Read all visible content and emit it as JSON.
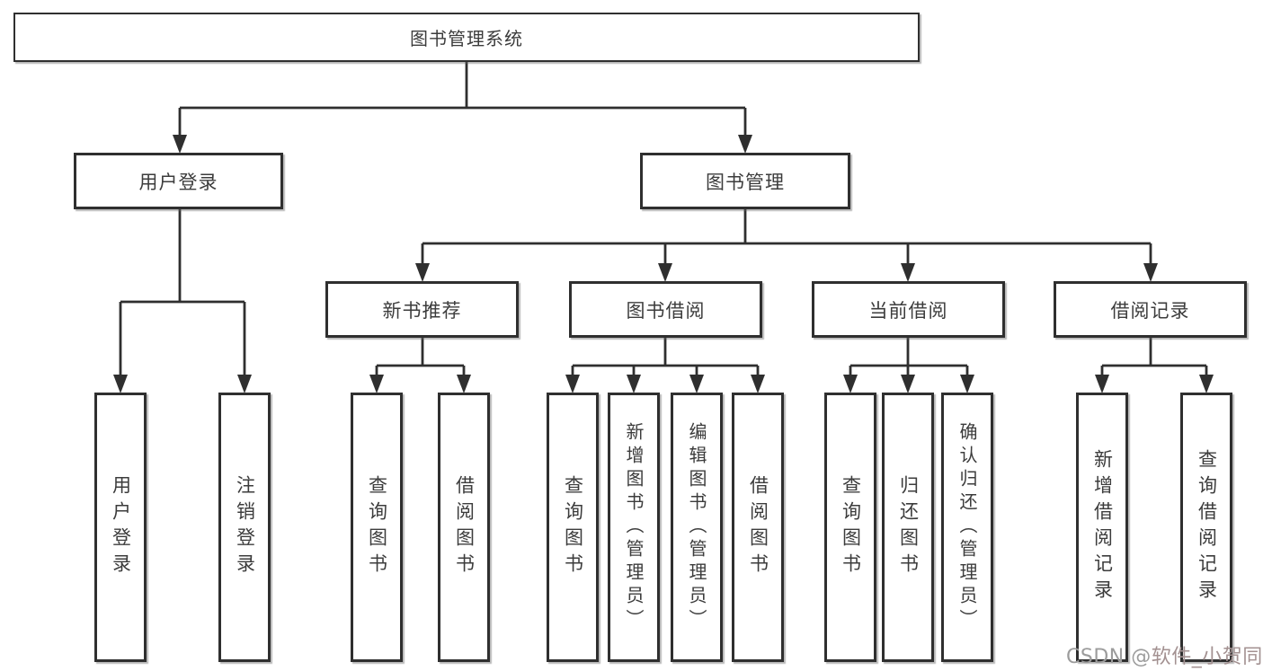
{
  "diagram": {
    "root": {
      "label": "图书管理系统"
    },
    "login": {
      "label": "用户登录",
      "children": [
        {
          "label": "用户登录"
        },
        {
          "label": "注销登录"
        }
      ]
    },
    "management": {
      "label": "图书管理",
      "groups": [
        {
          "label": "新书推荐",
          "children": [
            {
              "label": "查询图书"
            },
            {
              "label": "借阅图书"
            }
          ]
        },
        {
          "label": "图书借阅",
          "children": [
            {
              "label": "查询图书"
            },
            {
              "label": "新增图书（管理员）"
            },
            {
              "label": "编辑图书（管理员）"
            },
            {
              "label": "借阅图书"
            }
          ]
        },
        {
          "label": "当前借阅",
          "children": [
            {
              "label": "查询图书"
            },
            {
              "label": "归还图书"
            },
            {
              "label": "确认归还（管理员）"
            }
          ]
        },
        {
          "label": "借阅记录",
          "children": [
            {
              "label": "新增借阅记录"
            },
            {
              "label": "查询借阅记录"
            }
          ]
        }
      ]
    }
  },
  "watermark": {
    "prefix": "CSDN @",
    "author": "软件_小贺同学"
  },
  "colors": {
    "line": "#2f2f2f",
    "text": "#3c3c3c",
    "watermark_gray": "#9c9c9c",
    "background": "#ffffff"
  }
}
